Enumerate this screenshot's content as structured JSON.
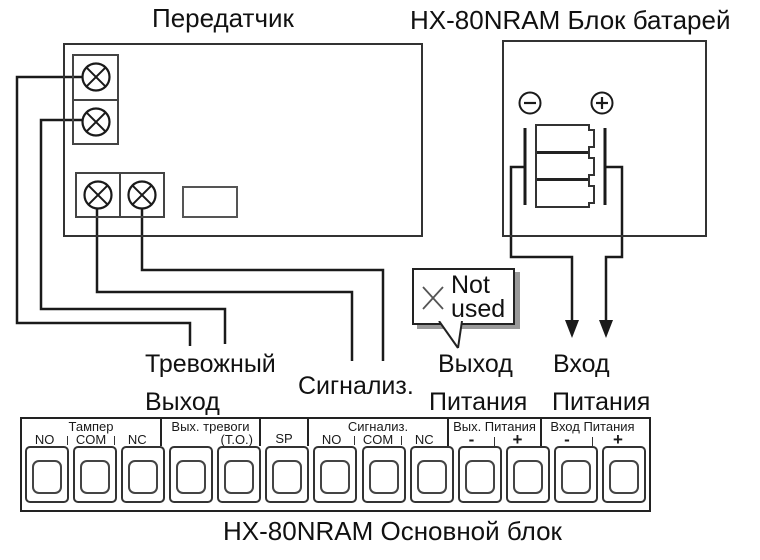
{
  "titles": {
    "transmitter": "Передатчик",
    "battery_block": "HX-80NRAM Блок батарей",
    "main_block": "HX-80NRAM Основной блок"
  },
  "callout": {
    "line1": "Not",
    "line2": "used"
  },
  "wire_labels": {
    "alarm_line1": "Тревожный",
    "alarm_line2": "Выход",
    "signal": "Сигнализ.",
    "power_out_line1": "Выход",
    "power_out_line2": "Питания",
    "power_in_line1": "Вход",
    "power_in_line2": "Питания"
  },
  "terminal_block": {
    "sections": [
      {
        "label": "Тампер",
        "sublabels": [
          "NO",
          "COM",
          "NC"
        ]
      },
      {
        "label": "Вых. тревоги",
        "sublabels": [
          "(Т.О.)"
        ]
      },
      {
        "label": "",
        "sublabels": [
          "SP"
        ]
      },
      {
        "label": "Сигнализ.",
        "sublabels": [
          "NO",
          "COM",
          "NC"
        ]
      },
      {
        "label": "Вых. Питания",
        "sublabels": [
          "-",
          "+"
        ]
      },
      {
        "label": "Вход Питания",
        "sublabels": [
          "-",
          "+"
        ]
      }
    ],
    "terminal_count": 13
  },
  "battery": {
    "minus_symbol": "−",
    "plus_symbol": "+",
    "cell_count": 3
  },
  "colors": {
    "line": "#1a1a1a",
    "shadow": "#999999",
    "background": "#ffffff"
  }
}
